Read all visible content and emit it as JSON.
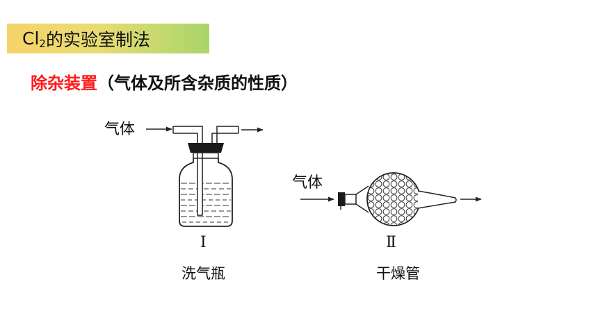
{
  "title": {
    "prefix": "Cl",
    "sub": "2",
    "suffix": "的实验室制法"
  },
  "section": {
    "highlight": "除杂装置",
    "rest": "（气体及所含杂质的性质）"
  },
  "apparatus": [
    {
      "gas_label": "气体",
      "roman": "Ⅰ",
      "caption": "洗气瓶"
    },
    {
      "gas_label": "气体",
      "roman": "Ⅱ",
      "caption": "干燥管"
    }
  ]
}
